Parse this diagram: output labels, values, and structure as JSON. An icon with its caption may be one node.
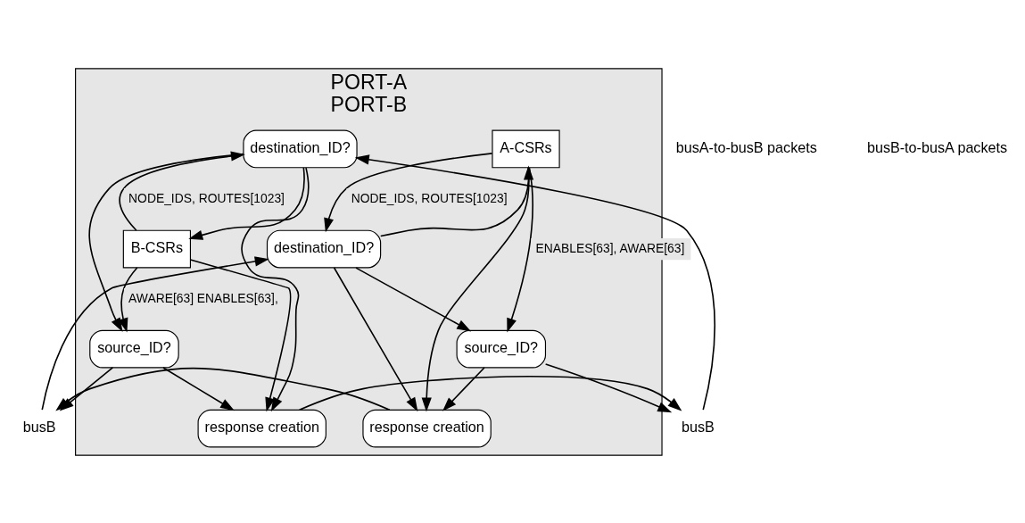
{
  "diagram": {
    "nodes": [
      {
        "text": [
          "PORT-A",
          "PORT-B"
        ]
      },
      {
        "text": [
          "A-CSRs"
        ],
        "in": 0
      },
      {
        "text": [
          "destination_ID?"
        ],
        "in": 0
      },
      {
        "text": [
          "source_ID?"
        ],
        "in": 0
      },
      {
        "text": [
          "response creation"
        ],
        "in": 0
      },
      {
        "text": [
          "response creation"
        ],
        "in": 0
      },
      {
        "text": [
          "source_ID?"
        ],
        "in": 0
      },
      {
        "text": [
          "destination_ID?"
        ],
        "in": 0
      },
      {
        "text": [
          "B-CSRs"
        ],
        "in": 0
      },
      {
        "text": [
          "busB"
        ]
      },
      {
        "text": [
          "busB"
        ]
      }
    ],
    "edges": [
      {
        "from": 1,
        "to": 2,
        "arrow": "to",
        "label": "NODE_IDS, ROUTES[1023]"
      },
      {
        "from": 2,
        "to": 1,
        "arrow": "to"
      },
      {
        "from": 1,
        "to": 3,
        "arrow": "to",
        "label": "ENABLES[63], AWARE[63]"
      },
      {
        "from": 1,
        "to": 4,
        "arrow": "to"
      },
      {
        "from": 2,
        "to": 3,
        "arrow": "to"
      },
      {
        "from": 2,
        "to": 4,
        "arrow": "to"
      },
      {
        "from": 3,
        "to": 4,
        "arrow": "to"
      },
      {
        "from": 9,
        "to": 2,
        "arrow": "to"
      },
      {
        "from": 4,
        "to": 9,
        "arrow": "to"
      },
      {
        "from": 6,
        "to": 9,
        "arrow": "to"
      },
      {
        "from": 3,
        "to": 10,
        "arrow": "to"
      },
      {
        "from": 10,
        "to": 7,
        "arrow": "to"
      },
      {
        "from": 5,
        "to": 10,
        "arrow": "to"
      },
      {
        "from": 8,
        "to": 6,
        "arrow": "to",
        "label": "AWARE[63] ENABLES[63],"
      },
      {
        "from": 8,
        "to": 7,
        "arrow": "to",
        "label": "NODE_IDS, ROUTES[1023]"
      },
      {
        "from": 8,
        "to": 5,
        "arrow": "to"
      },
      {
        "from": 7,
        "to": 8,
        "arrow": "to"
      },
      {
        "from": 7,
        "to": 6,
        "arrow": "to"
      },
      {
        "from": 6,
        "to": 5,
        "arrow": "to"
      },
      {
        "from": 7,
        "to": 5,
        "arrow": "to"
      }
    ],
    "labels": [
      "busA-to-busB packets",
      "busB-to-busA packets"
    ]
  }
}
